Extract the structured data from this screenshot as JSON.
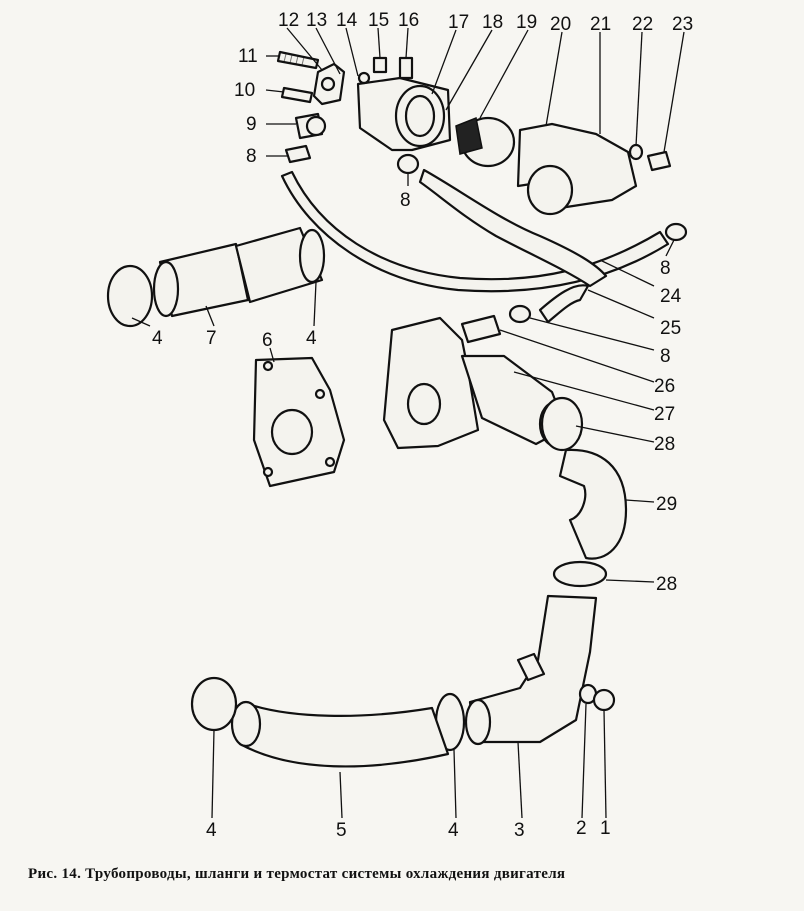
{
  "figure": {
    "caption": "Рис. 14. Трубопроводы,  шланги  и  термостат системы охлаждения двигателя",
    "callouts": [
      "12",
      "13",
      "14",
      "15",
      "16",
      "17",
      "18",
      "19",
      "20",
      "21",
      "22",
      "23",
      "11",
      "10",
      "9",
      "8",
      "8",
      "4",
      "7",
      "4",
      "6",
      "8",
      "24",
      "25",
      "8",
      "26",
      "27",
      "28",
      "29",
      "28",
      "4",
      "5",
      "4",
      "3",
      "2",
      "1"
    ]
  }
}
